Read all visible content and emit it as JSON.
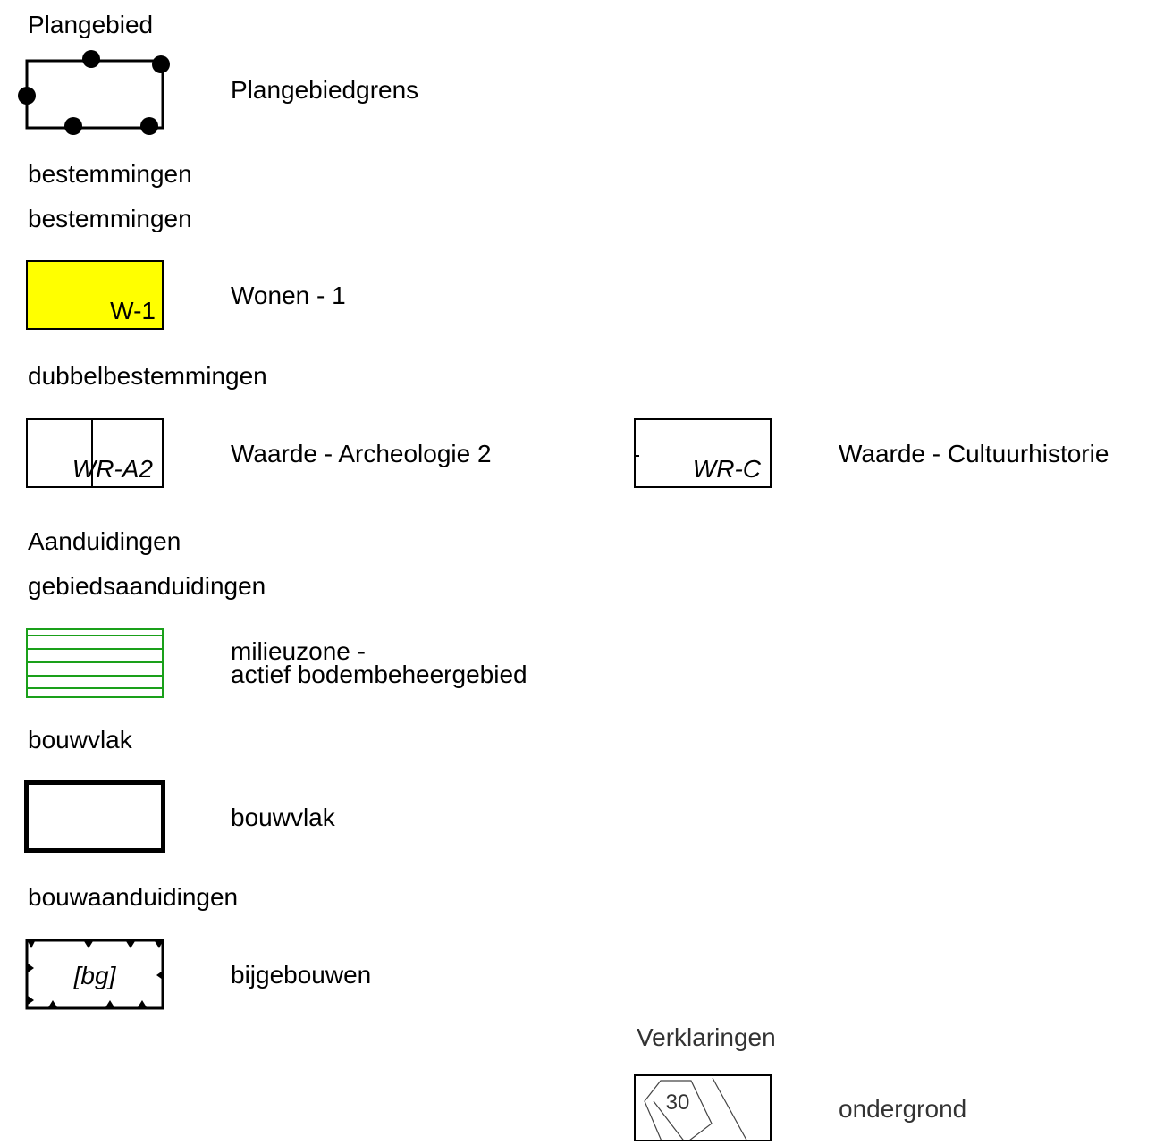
{
  "legend": {
    "sections": {
      "plangebied": "Plangebied",
      "bestemmingen_1": "bestemmingen",
      "bestemmingen_2": "bestemmingen",
      "dubbelbestemmingen": "dubbelbestemmingen",
      "aanduidingen": "Aanduidingen",
      "gebiedsaanduidingen": "gebiedsaanduidingen",
      "bouwvlak": "bouwvlak",
      "bouwaanduidingen": "bouwaanduidingen",
      "verklaringen": "Verklaringen"
    },
    "items": {
      "plangebiedgrens": {
        "label": "Plangebiedgrens"
      },
      "wonen": {
        "label": "Wonen - 1",
        "code": "W-1",
        "fill": "#ffff00"
      },
      "archeologie": {
        "label": "Waarde - Archeologie 2",
        "code": "WR-A2"
      },
      "cultuurhistorie": {
        "label": "Waarde - Cultuurhistorie",
        "code": "WR-C"
      },
      "milieuzone": {
        "label_line1": "milieuzone -",
        "label_line2": "actief bodembeheergebied",
        "stroke": "#1aa01a"
      },
      "bouwvlak": {
        "label": "bouwvlak"
      },
      "bijgebouwen": {
        "label": "bijgebouwen",
        "code": "[bg]"
      },
      "ondergrond": {
        "label": "ondergrond",
        "number": "30"
      }
    }
  }
}
